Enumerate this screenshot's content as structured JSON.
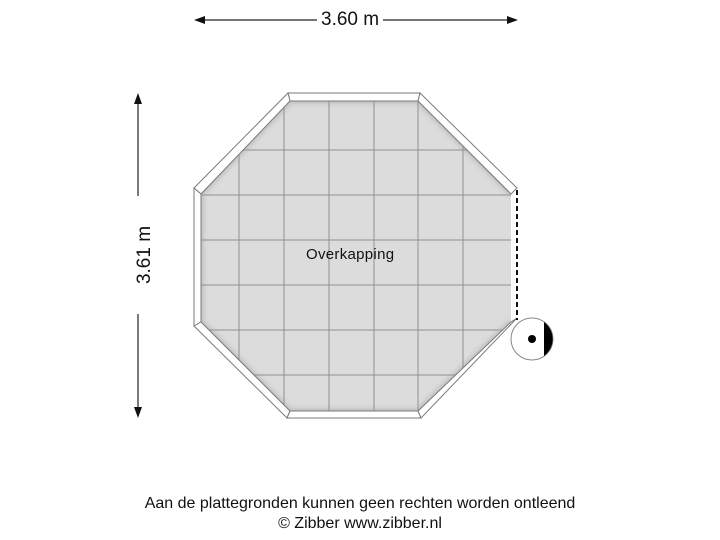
{
  "dimensions": {
    "width_label": "3.60 m",
    "height_label": "3.61 m"
  },
  "room": {
    "name": "Overkapping",
    "shape": "octagon",
    "floor_color": "#dcdcdc",
    "grid_color": "#8a8a8a",
    "wall_color": "#ffffff",
    "wall_outline": "#777777"
  },
  "symbols": {
    "open_side": "dashed-line",
    "entry_marker": "half-filled-circle-with-dot"
  },
  "footer": {
    "disclaimer": "Aan de plattegronden kunnen geen rechten worden ontleend",
    "copyright": "© Zibber www.zibber.nl"
  }
}
